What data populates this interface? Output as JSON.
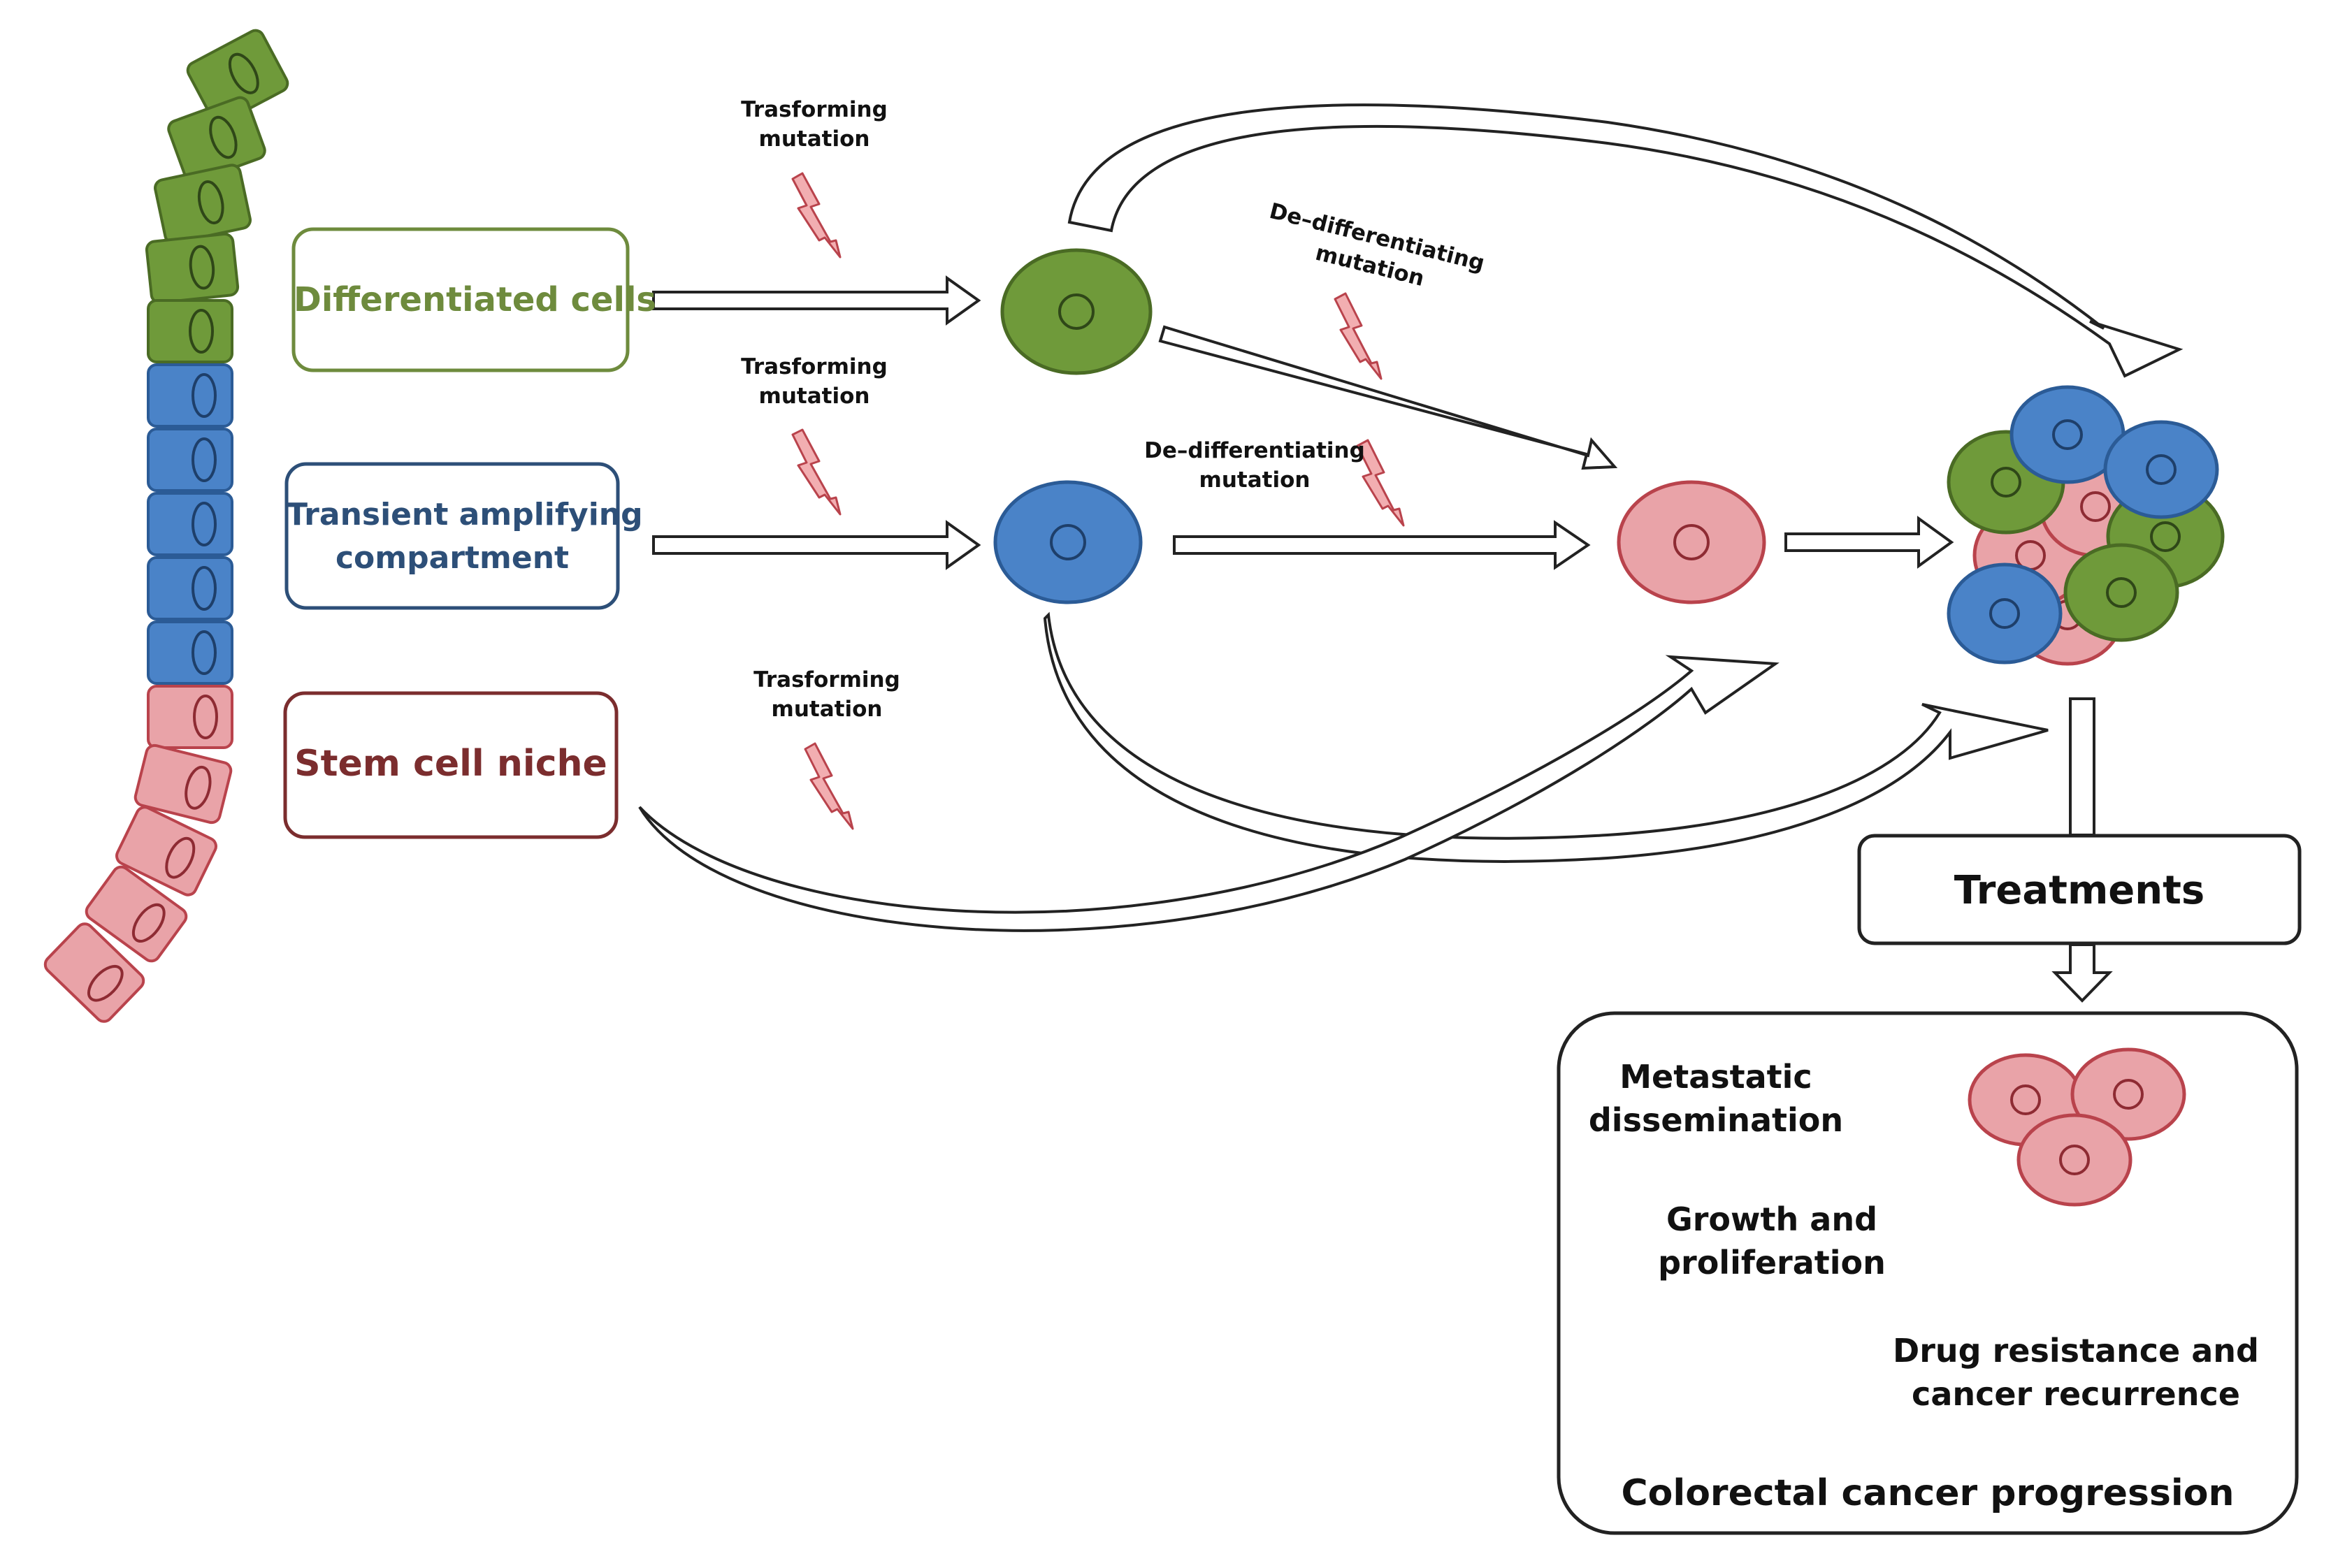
{
  "colors": {
    "green_fill": "#6f9a3a",
    "green_dark": "#4a6b24",
    "blue_fill": "#4a83c8",
    "blue_dark": "#2b5b96",
    "pink_fill": "#e9a3a8",
    "red_dark": "#b9434c",
    "box_green": "#6e8b3d",
    "box_blue": "#2d4f78",
    "box_red": "#7b2d2e",
    "bolt_fill": "#f2aeb1"
  },
  "compartments": {
    "differentiated": "Differentiated cells",
    "transient_line1": "Transient amplifying",
    "transient_line2": "compartment",
    "stem": "Stem cell niche"
  },
  "mutations": {
    "transforming_line1": "Trasforming",
    "transforming_line2": "mutation",
    "dedifferentiating_line1": "De–differentiating",
    "dedifferentiating_line2": "mutation"
  },
  "treatments": "Treatments",
  "progression": {
    "title": "Colorectal cancer progression",
    "metastatic_line1": "Metastatic",
    "metastatic_line2": "dissemination",
    "growth_line1": "Growth and",
    "growth_line2": "proliferation",
    "drug_line1": "Drug resistance and",
    "drug_line2": "cancer recurrence"
  }
}
